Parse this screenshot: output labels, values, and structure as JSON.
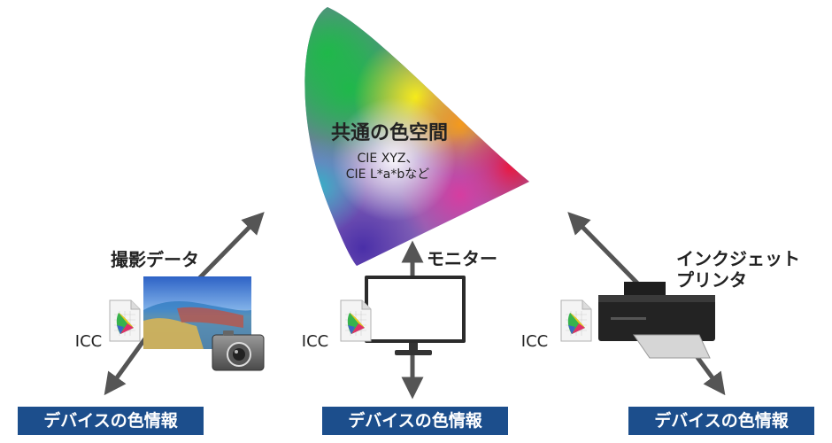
{
  "colors": {
    "tag_background": "#1c4e8c",
    "arrow": "#555555",
    "text": "#222222"
  },
  "center": {
    "title": "共通の色空間",
    "sub_line1": "CIE XYZ、",
    "sub_line2": "CIE L*a*bなど"
  },
  "devices": {
    "camera": {
      "label": "撮影データ",
      "icc": "ICC",
      "tag": "デバイスの色情報",
      "icon": "camera-icon"
    },
    "monitor": {
      "label": "モニター",
      "icc": "ICC",
      "tag": "デバイスの色情報",
      "icon": "monitor-icon"
    },
    "printer": {
      "label_line1": "インクジェット",
      "label_line2": "プリンタ",
      "icc": "ICC",
      "tag": "デバイスの色情報",
      "icon": "printer-icon"
    }
  }
}
